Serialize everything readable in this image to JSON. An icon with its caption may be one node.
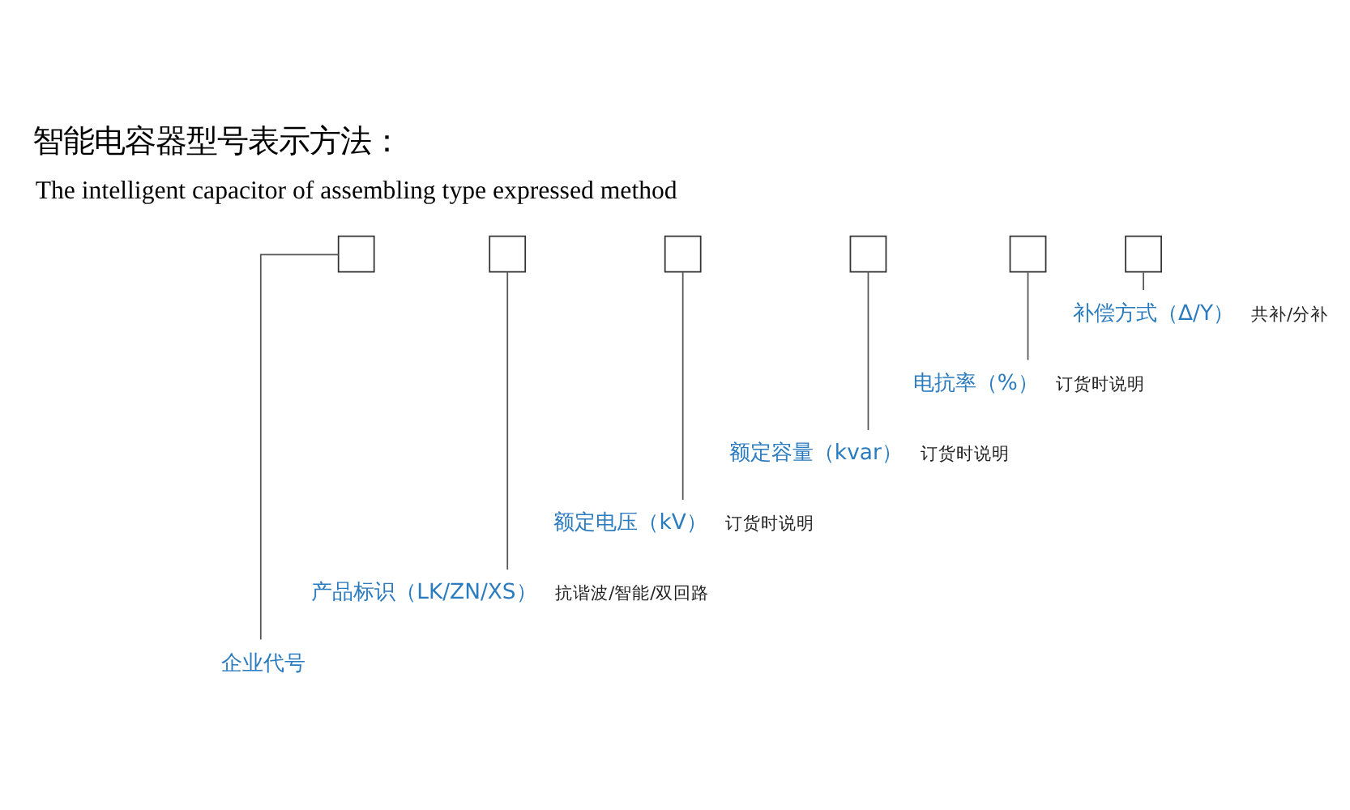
{
  "diagram": {
    "title": "智能电容器型号表示方法：",
    "nodes": [
      {
        "text": [],
        "shape": "box"
      },
      {
        "text": [],
        "shape": "box"
      },
      {
        "text": [],
        "shape": "box"
      },
      {
        "text": [],
        "shape": "box"
      },
      {
        "text": [],
        "shape": "box"
      },
      {
        "text": [],
        "shape": "box"
      },
      {
        "text": [
          "补偿方式（Δ/Y）",
          "共补/分补"
        ]
      },
      {
        "text": [
          "电抗率（%）",
          "订货时说明"
        ]
      },
      {
        "text": [
          "额定容量（kvar）",
          "订货时说明"
        ]
      },
      {
        "text": [
          "额定电压（kV）",
          "订货时说明"
        ]
      },
      {
        "text": [
          "产品标识（LK/ZN/XS）",
          "抗谐波/智能/双回路"
        ]
      },
      {
        "text": [
          "企业代号"
        ]
      }
    ],
    "edges": [
      {
        "from": 0,
        "to": 11,
        "arrow": "none"
      },
      {
        "from": 1,
        "to": 10,
        "arrow": "none"
      },
      {
        "from": 2,
        "to": 9,
        "arrow": "none"
      },
      {
        "from": 3,
        "to": 8,
        "arrow": "none"
      },
      {
        "from": 4,
        "to": 7,
        "arrow": "none"
      },
      {
        "from": 5,
        "to": 6,
        "arrow": "none"
      }
    ],
    "labels": [
      "The intelligent capacitor of assembling type expressed method"
    ]
  }
}
